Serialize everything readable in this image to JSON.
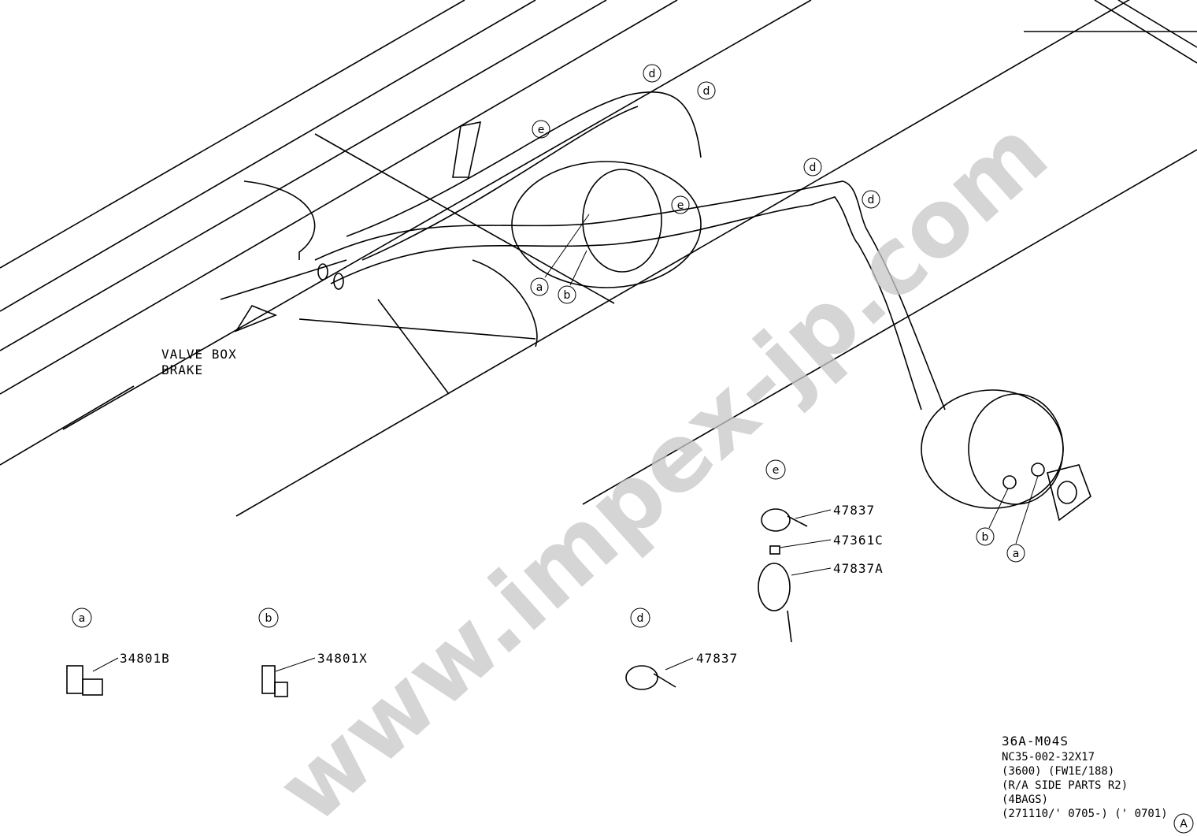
{
  "watermark": "www.impex-jp.com",
  "diagram_labels": {
    "valve_box": "VALVE BOX",
    "brake": "BRAKE"
  },
  "callouts": {
    "d1": "d",
    "d2": "d",
    "e1": "e",
    "e2": "e",
    "d3": "d",
    "d4": "d",
    "a1": "a",
    "b1": "b",
    "b2": "b",
    "a2": "a",
    "sec_e": "e",
    "sec_a": "a",
    "sec_b": "b",
    "sec_d": "d",
    "ref": "A"
  },
  "parts": {
    "e_tie": "47837",
    "e_clip": "47361C",
    "e_tie_a": "47837A",
    "a_fitting": "34801B",
    "b_fitting": "34801X",
    "d_tie": "47837"
  },
  "notes": [
    "36A-M04S",
    "NC35-002-32X17",
    "(3600) (FW1E/188)",
    "(R/A SIDE PARTS R2)",
    "(4BAGS)",
    "(271110/' 0705-) (' 0701)"
  ]
}
